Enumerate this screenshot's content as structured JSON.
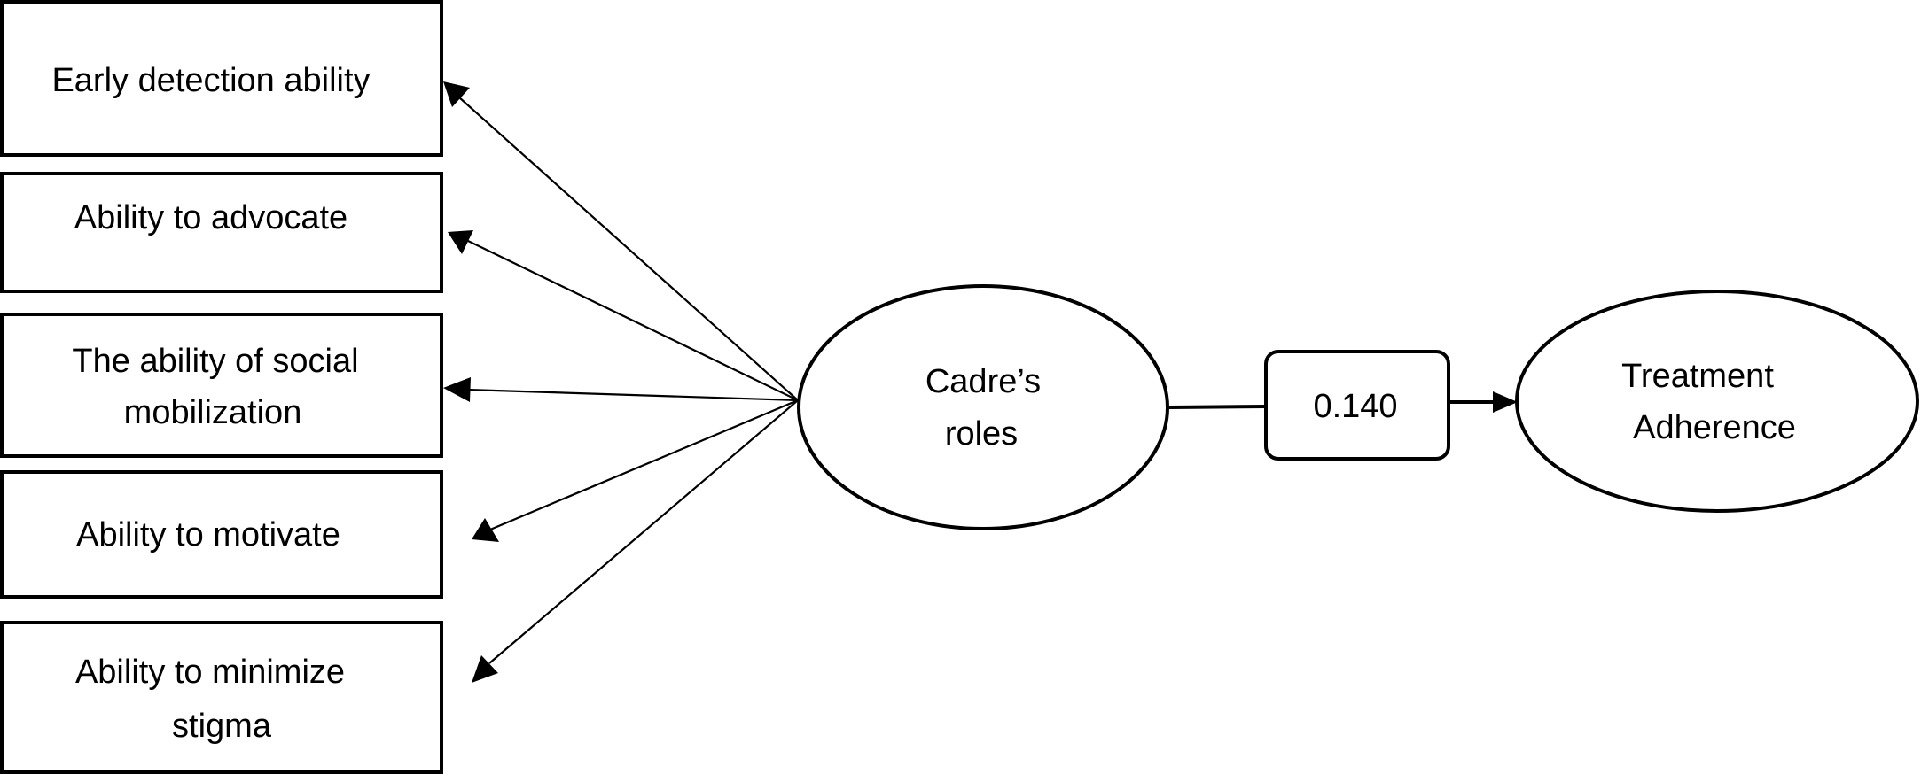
{
  "indicators": [
    {
      "lines": [
        "Early detection ability"
      ]
    },
    {
      "lines": [
        "Ability to advocate"
      ]
    },
    {
      "lines": [
        "The ability of social",
        "mobilization"
      ]
    },
    {
      "lines": [
        "Ability to motivate"
      ]
    },
    {
      "lines": [
        "Ability to minimize",
        "stigma"
      ]
    }
  ],
  "latent": {
    "lines": [
      "Cadre’s",
      "roles"
    ]
  },
  "path": {
    "coefficient": "0.140"
  },
  "outcome": {
    "lines": [
      "Treatment",
      "Adherence"
    ]
  }
}
